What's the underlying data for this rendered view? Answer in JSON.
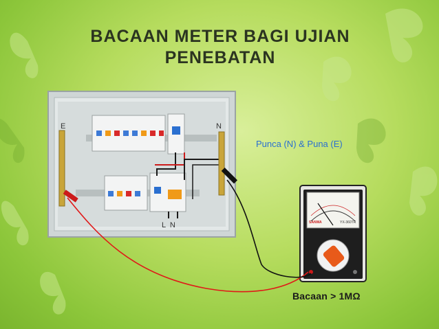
{
  "slide": {
    "title_line1": "BACAAN METER BAGI UJIAN",
    "title_line2": "PENEBATAN",
    "label_terminal": "Punca (N) & Puna (E)",
    "label_reading": "Bacaan > 1MΩ"
  },
  "panel": {
    "label_e": "E",
    "label_n": "N",
    "label_ln": "L  N"
  },
  "meter": {
    "brand": "SANWA",
    "model": "YX-360TR"
  },
  "colors": {
    "background": "#a9d24e",
    "title": "#2b3420",
    "terminal_label": "#2a6fd0",
    "red_lead": "#e01818",
    "black_lead": "#111111"
  }
}
